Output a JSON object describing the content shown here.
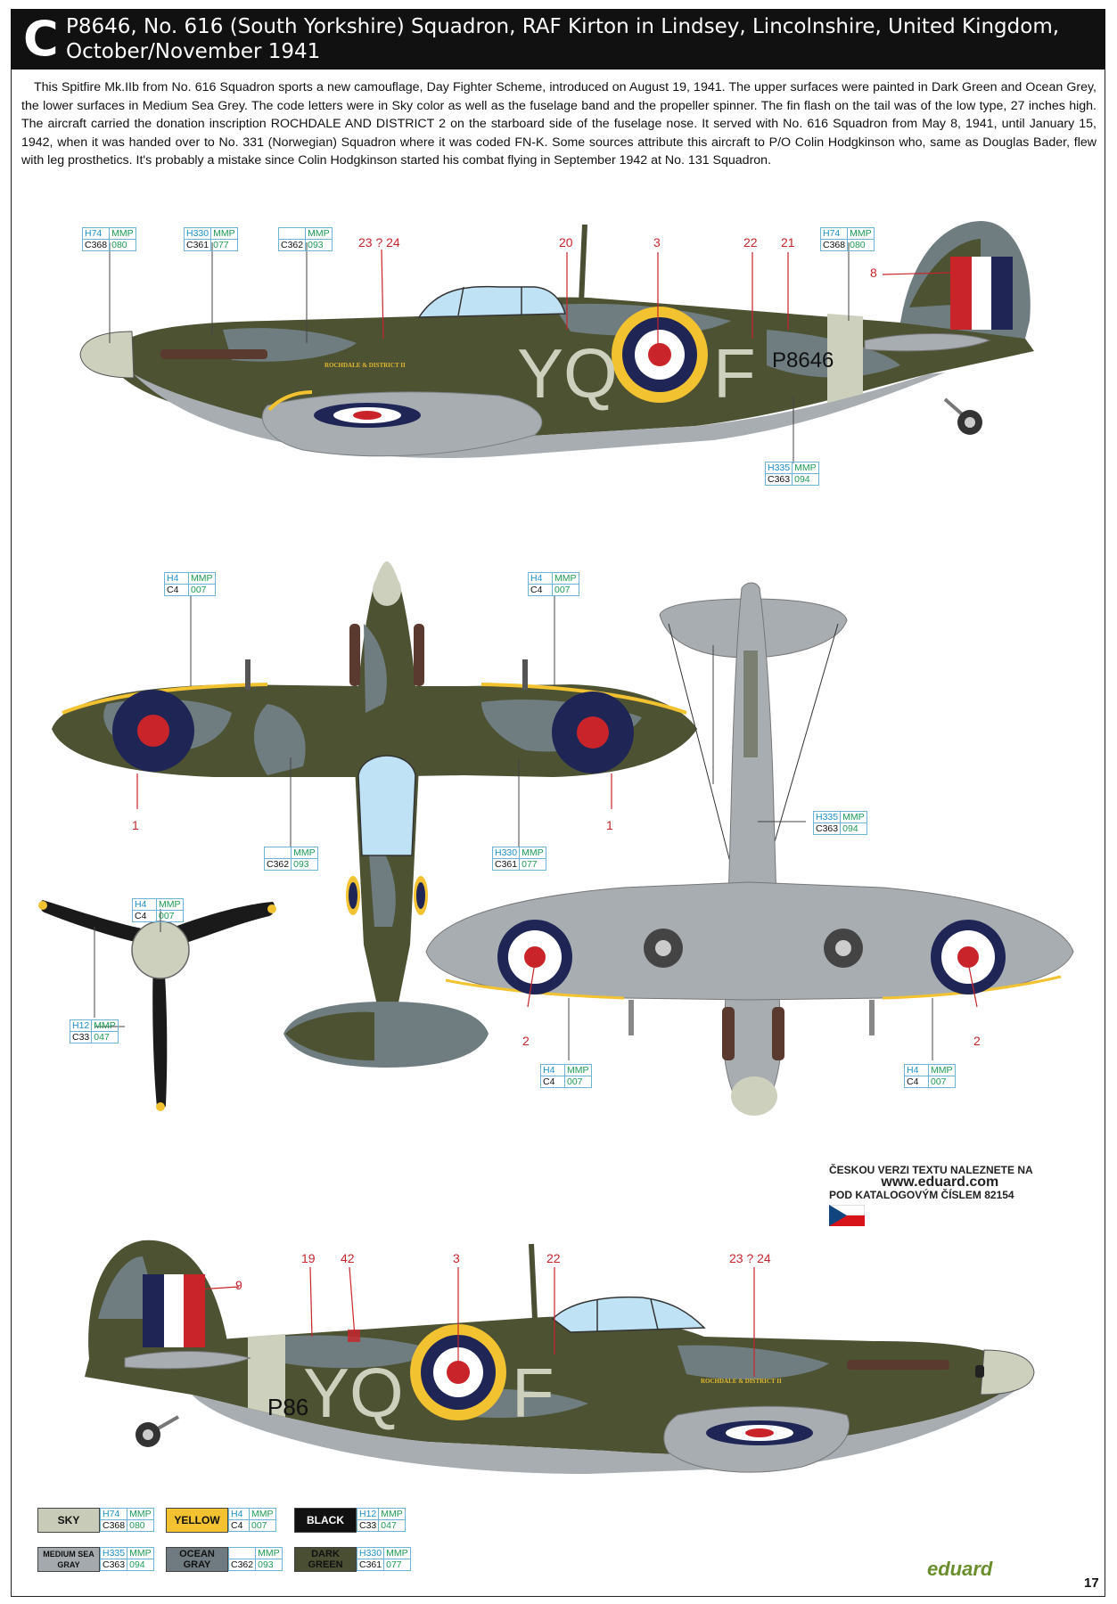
{
  "header": {
    "letter": "C",
    "title": "P8646, No. 616 (South Yorkshire) Squadron, RAF Kirton in Lindsey, Lincolnshire, United Kingdom, October/November 1941"
  },
  "description": "This Spitfire Mk.IIb from No. 616 Squadron sports a new camouflage, Day Fighter Scheme, introduced on August 19, 1941. The upper surfaces were painted in Dark Green and Ocean Grey, the lower surfaces in Medium Sea Grey. The code letters were in Sky color as well as the fuselage band and the propeller spinner. The fin flash on the tail was of the low type, 27 inches high. The aircraft carried the donation inscription ROCHDALE AND DISTRICT 2 on the starboard side of the fuselage nose. It served with No. 616 Squadron from May 8, 1941, until January 15, 1942, when it was handed over to No. 331 (Norwegian) Squadron where it was coded FN-K. Some sources attribute this aircraft to P/O Colin Hodgkinson who, same as Douglas Bader, flew with leg prosthetics. It's probably a mistake since Colin Hodgkinson started his combat flying in September 1942 at No. 131 Squadron.",
  "colorboxes": [
    {
      "h": "H74",
      "mmp": "MMP",
      "c": "C368",
      "num": "080"
    },
    {
      "h": "H330",
      "mmp": "MMP",
      "c": "C361",
      "num": "077"
    },
    {
      "h": "",
      "mmp": "MMP",
      "c": "C362",
      "num": "093"
    },
    {
      "h": "H74",
      "mmp": "MMP",
      "c": "C368",
      "num": "080"
    },
    {
      "h": "H335",
      "mmp": "MMP",
      "c": "C363",
      "num": "094"
    },
    {
      "h": "H4",
      "mmp": "MMP",
      "c": "C4",
      "num": "007"
    },
    {
      "h": "H4",
      "mmp": "MMP",
      "c": "C4",
      "num": "007"
    },
    {
      "h": "",
      "mmp": "MMP",
      "c": "C362",
      "num": "093"
    },
    {
      "h": "H330",
      "mmp": "MMP",
      "c": "C361",
      "num": "077"
    },
    {
      "h": "H335",
      "mmp": "MMP",
      "c": "C363",
      "num": "094"
    },
    {
      "h": "H4",
      "mmp": "MMP",
      "c": "C4",
      "num": "007"
    },
    {
      "h": "H12",
      "mmp": "MMP",
      "c": "C33",
      "num": "047"
    },
    {
      "h": "H4",
      "mmp": "MMP",
      "c": "C4",
      "num": "007"
    },
    {
      "h": "H4",
      "mmp": "MMP",
      "c": "C4",
      "num": "007"
    }
  ],
  "callouts": [
    "23 ? 24",
    "20",
    "3",
    "22",
    "21",
    "8",
    "1",
    "1",
    "2",
    "2",
    "19",
    "42",
    "3",
    "22",
    "23 ? 24",
    "9"
  ],
  "aircraft": {
    "code_left": "YQ",
    "code_right": "F",
    "serial": "P8646",
    "serial_partial": "P86",
    "inscription": "ROCHDALE & DISTRICT II"
  },
  "czech_note": {
    "line1": "ČESKOU VERZI TEXTU NALEZNETE NA",
    "url": "www.eduard.com",
    "line2": "POD KATALOGOVÝM ČÍSLEM 82154"
  },
  "legend": [
    {
      "name": "SKY",
      "h": "H74",
      "mmp": "MMP",
      "c": "C368",
      "num": "080",
      "color": "#c8cbb7"
    },
    {
      "name": "YELLOW",
      "h": "H4",
      "mmp": "MMP",
      "c": "C4",
      "num": "007",
      "color": "#f2c230"
    },
    {
      "name": "BLACK",
      "h": "H12",
      "mmp": "MMP",
      "c": "C33",
      "num": "047",
      "color": "#111111"
    },
    {
      "name": "MEDIUM SEA GRAY",
      "h": "H335",
      "mmp": "MMP",
      "c": "C363",
      "num": "094",
      "color": "#a3a9ad"
    },
    {
      "name": "OCEAN GRAY",
      "h": "",
      "mmp": "MMP",
      "c": "C362",
      "num": "093",
      "color": "#6f7b80"
    },
    {
      "name": "DARK GREEN",
      "h": "H330",
      "mmp": "MMP",
      "c": "C361",
      "num": "077",
      "color": "#4a4f34"
    }
  ],
  "brand": "eduard",
  "page_number": "17",
  "colors": {
    "dark_green": "#4d5233",
    "ocean_grey": "#6f7d80",
    "sea_grey": "#a7adb1",
    "sky": "#ccd0bd",
    "yellow": "#f2c230",
    "roundel_blue": "#1f2656",
    "roundel_red": "#c8242a",
    "callout_red": "#c8242a"
  }
}
